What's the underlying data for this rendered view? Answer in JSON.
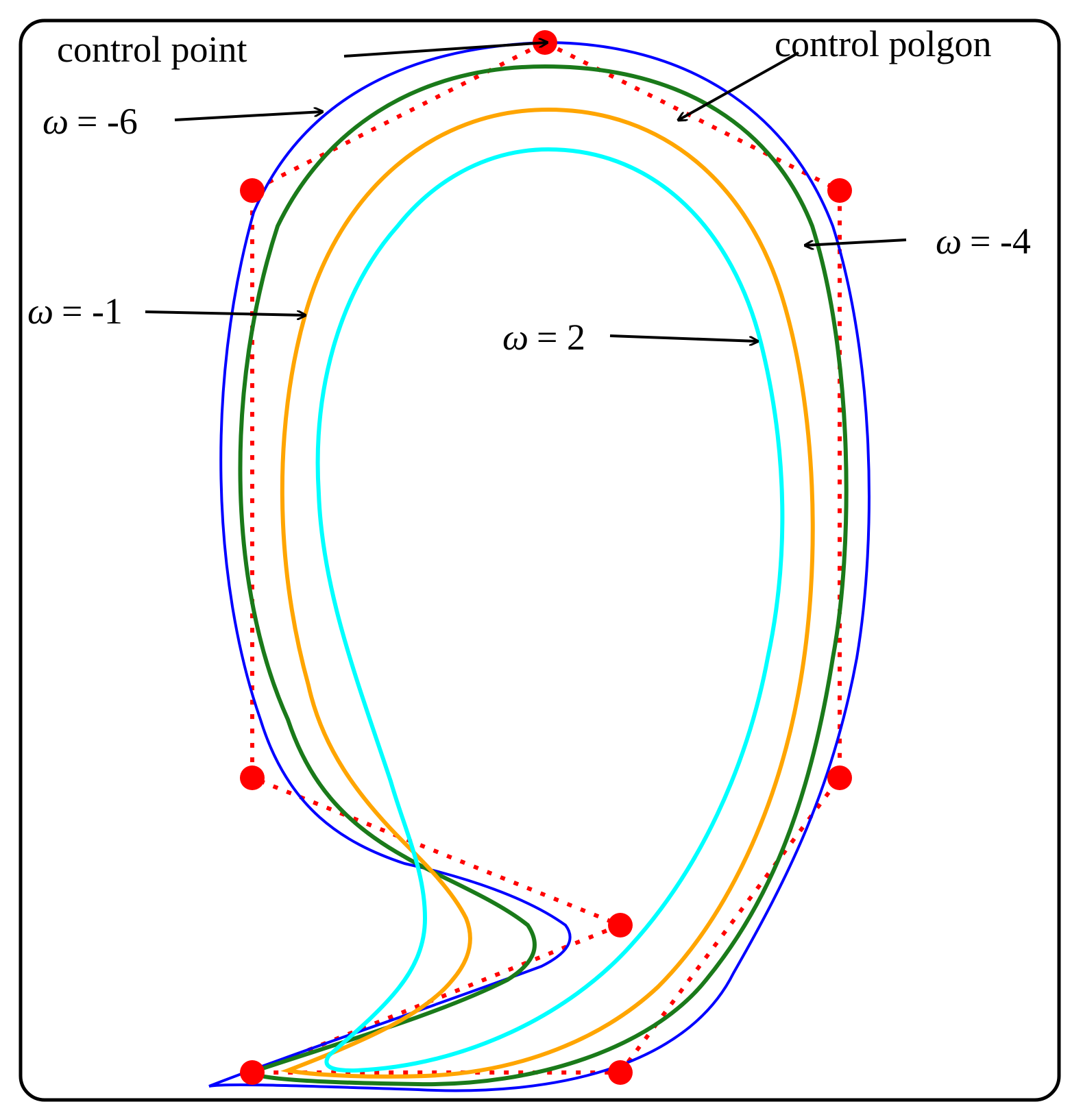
{
  "labels": {
    "control_point": "control point",
    "control_polygon": "control polgon",
    "omega_sym": "ω",
    "w_neg6": "= -6",
    "w_neg4": "= -4",
    "w_neg1": "= -1",
    "w_pos2": "= 2"
  },
  "colors": {
    "frame": "#000000",
    "control_point": "#ff0000",
    "control_polygon": "#ff0000",
    "curve_w_neg6": "#0000ff",
    "curve_w_neg4": "#1a7a1a",
    "curve_w_neg1": "#ffa500",
    "curve_w_pos2": "#00ffff",
    "arrow": "#000000"
  },
  "control_point_count": 8
}
